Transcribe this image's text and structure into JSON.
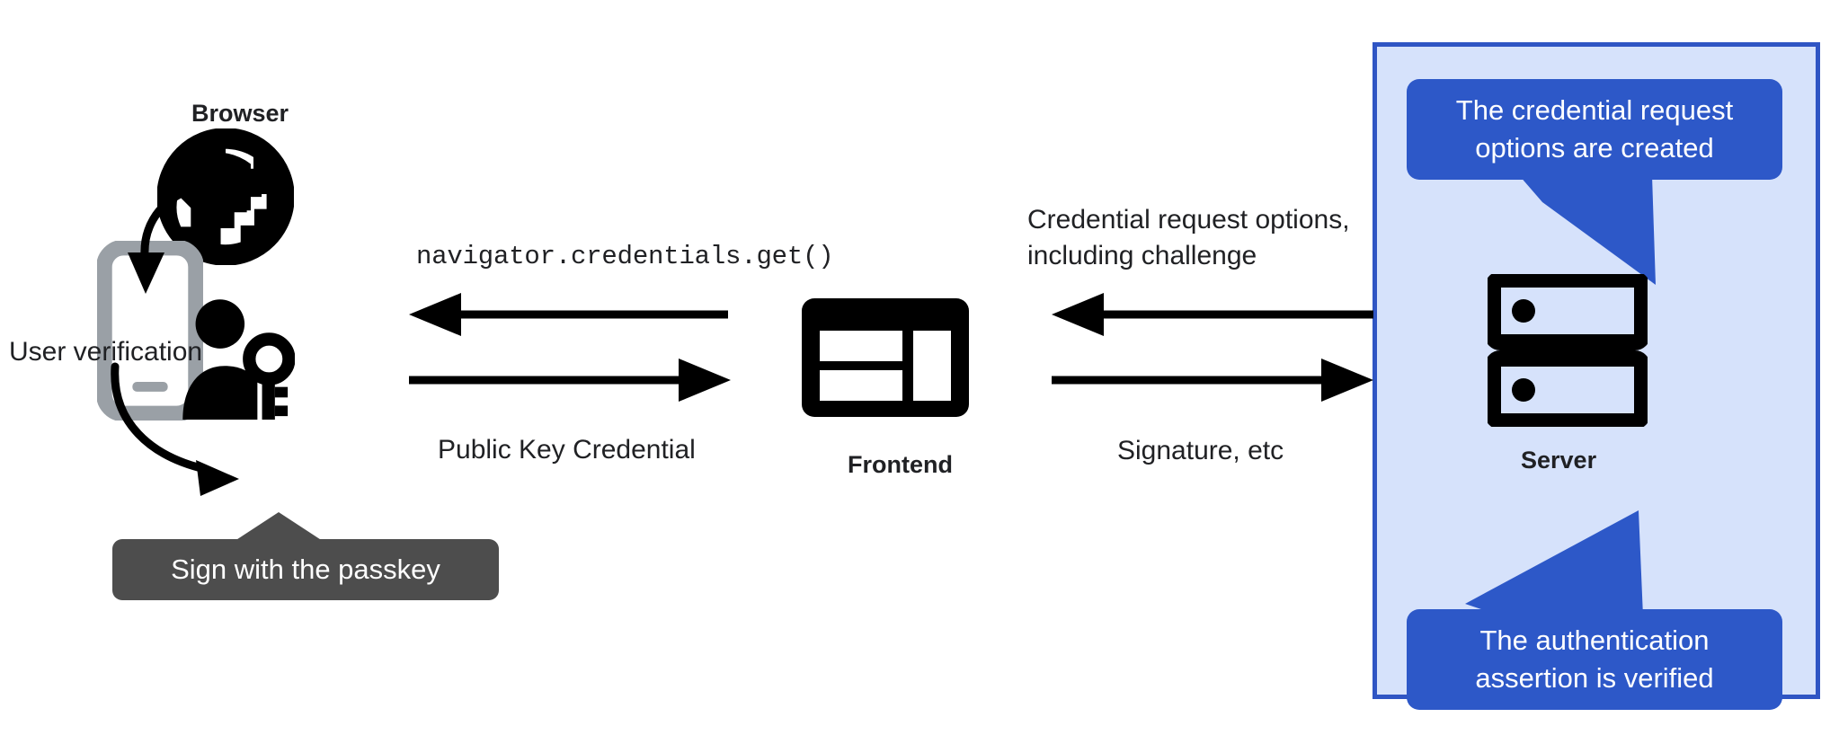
{
  "diagram": {
    "title": "WebAuthn passkey authentication flow",
    "colors": {
      "panel_fill": "#d6e2fb",
      "panel_border": "#2f55c4",
      "callout_blue": "#2d58c8",
      "tooltip_gray": "#4d4d4d",
      "phone_gray": "#9aa0a6",
      "ink": "#202124"
    }
  },
  "browser": {
    "label": "Browser",
    "icon": "globe-icon"
  },
  "phone": {
    "icon": "smartphone-icon",
    "label": "User verification"
  },
  "user": {
    "icon": "person-with-key-icon",
    "tooltip": "Sign with the passkey"
  },
  "frontend": {
    "label": "Frontend",
    "icon": "web-layout-icon"
  },
  "server": {
    "label": "Server",
    "icon": "server-icon",
    "callouts": [
      {
        "text_line1": "The credential request",
        "text_line2": "options are created"
      },
      {
        "text_line1": "The authentication",
        "text_line2": "assertion is verified"
      }
    ]
  },
  "flows": {
    "browser_to_frontend_label": "navigator.credentials.get()",
    "frontend_to_browser_label": "Public Key Credential",
    "server_to_frontend_label_line1": "Credential request options,",
    "server_to_frontend_label_line2": "including challenge",
    "frontend_to_server_label": "Signature, etc"
  }
}
